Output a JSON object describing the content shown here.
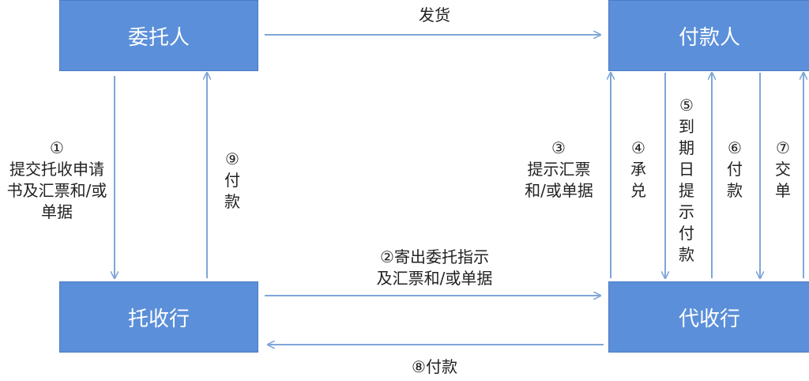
{
  "nodes": {
    "principal": "委托人",
    "payer": "付款人",
    "remitting_bank": "托收行",
    "collecting_bank": "代收行"
  },
  "edges": {
    "ship": "发货",
    "step1_marker": "①",
    "step1_text": "提交托收申请书及汇票和/或单据",
    "step2_line1": "②寄出委托指示",
    "step2_line2": "及汇票和/或单据",
    "step3_marker": "③",
    "step3_line1": "提示汇票",
    "step3_line2": "和/或单据",
    "step4_marker": "④",
    "step4_text": "承兑",
    "step5_marker": "⑤",
    "step5_text": "到期日提示付款",
    "step6_marker": "⑥",
    "step6_text": "付款",
    "step7_marker": "⑦",
    "step7_text": "交单",
    "step8": "⑧付款",
    "step9_marker": "⑨",
    "step9_text": "付款"
  },
  "colors": {
    "box_fill": "#5b8fd9",
    "box_text": "#ffffff",
    "arrow": "#7fa6d8"
  }
}
